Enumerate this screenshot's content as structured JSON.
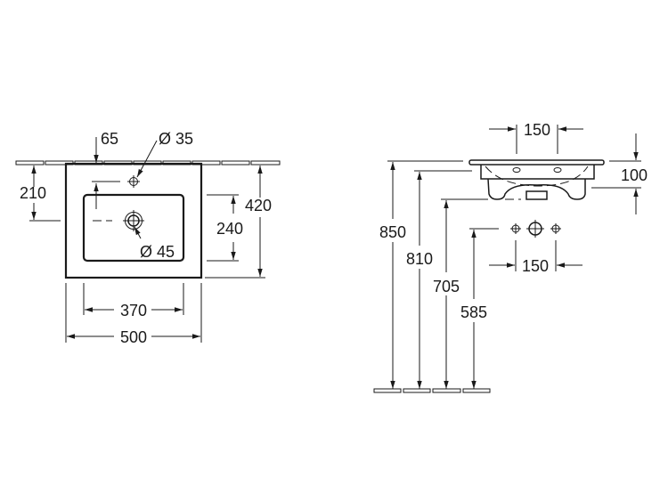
{
  "top_view": {
    "dims": {
      "tap_offset": "65",
      "tap_hole": "Ø 35",
      "drain_hole": "Ø 45",
      "drain_depth": "210",
      "bowl_depth": "240",
      "total_depth": "420",
      "bowl_width": "370",
      "total_width": "500"
    }
  },
  "side_view": {
    "dims": {
      "tap_spacing_top": "150",
      "basin_height": "100",
      "rim_height": "850",
      "underside_height": "810",
      "trap_height": "705",
      "supply_height": "585",
      "supply_spacing": "150"
    }
  },
  "colors": {
    "line": "#1a1a1a",
    "background": "#ffffff"
  }
}
